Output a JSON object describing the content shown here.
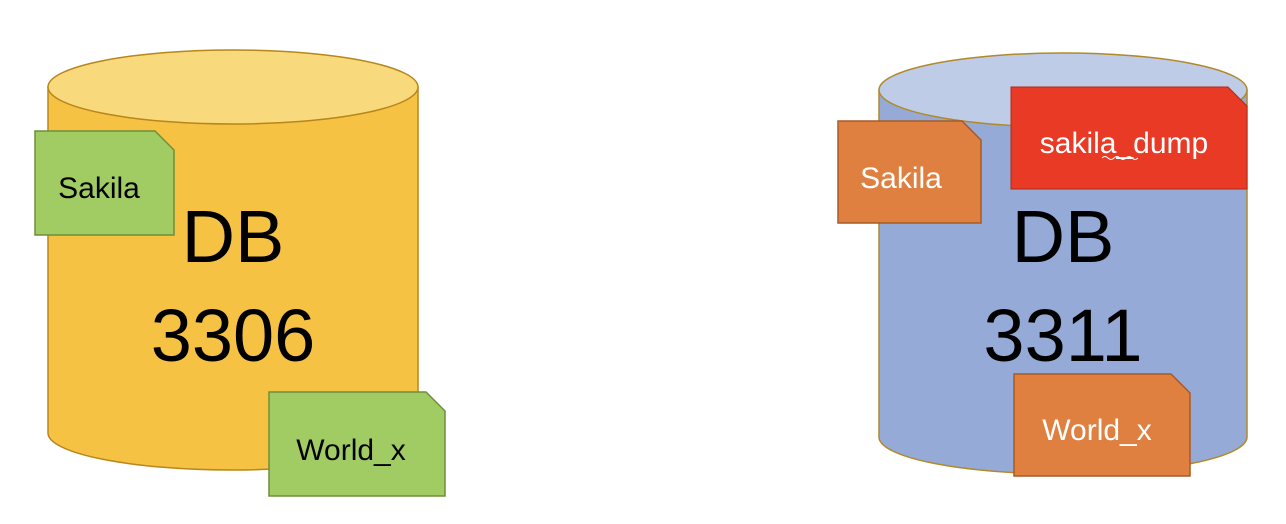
{
  "left_db": {
    "line1": "DB",
    "line2": "3306",
    "body_color": "#f5c244",
    "top_color": "#f8d97c",
    "outline_color": "#b8861b",
    "docs": {
      "sakila": {
        "label": "Sakila",
        "color": "#a0cc63",
        "text_color": "#000000"
      },
      "world": {
        "label": "World_x",
        "color": "#a0cc63",
        "text_color": "#000000"
      }
    }
  },
  "right_db": {
    "line1": "DB",
    "line2": "3311",
    "body_color": "#95aad7",
    "top_color": "#bfcce8",
    "outline_color": "#b08a2a",
    "docs": {
      "sakila": {
        "label": "Sakila",
        "color": "#df8040",
        "text_color": "#ffffff"
      },
      "world": {
        "label": "World_x",
        "color": "#df8040",
        "text_color": "#ffffff"
      },
      "dump": {
        "label": "sakila_dump",
        "color": "#e83a25",
        "text_color": "#ffffff"
      }
    }
  }
}
